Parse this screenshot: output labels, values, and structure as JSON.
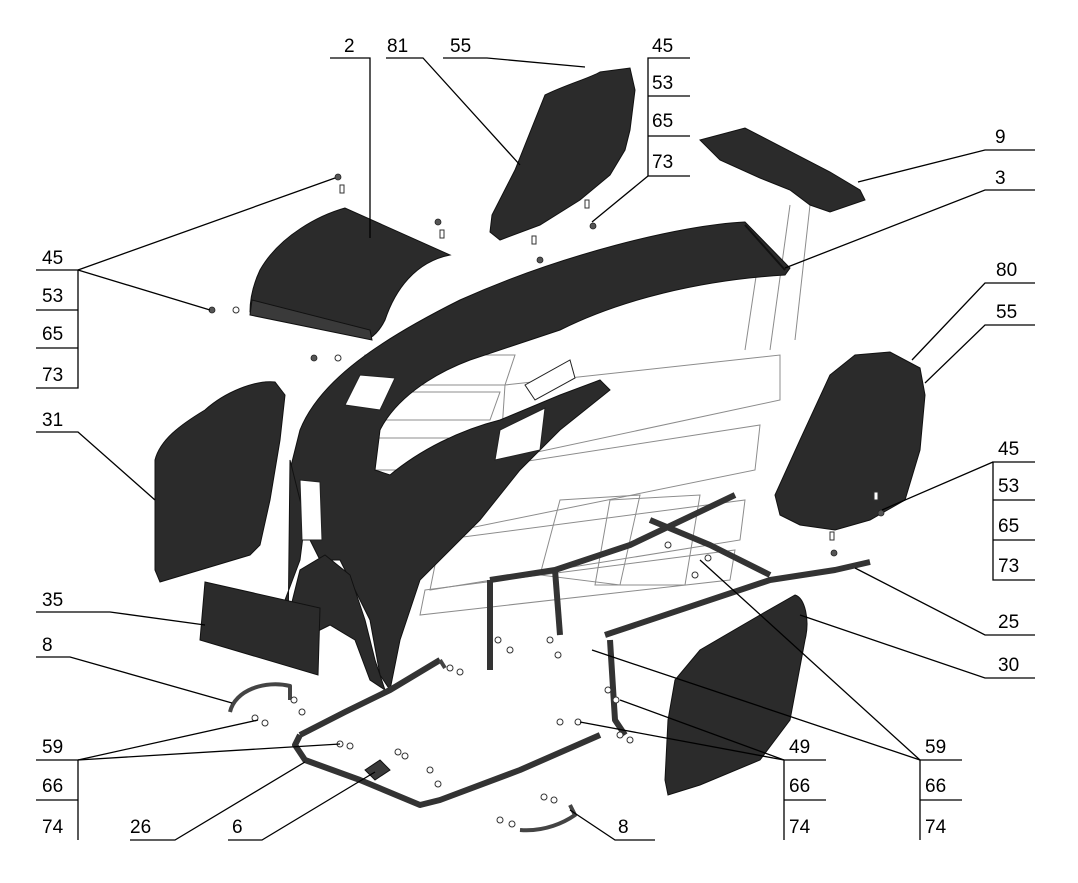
{
  "labels": {
    "p2": "2",
    "p81": "81",
    "p55_top": "55",
    "grp_tr": [
      "45",
      "53",
      "65",
      "73"
    ],
    "p9": "9",
    "p3": "3",
    "p80": "80",
    "p55_right": "55",
    "grp_left": [
      "45",
      "53",
      "65",
      "73"
    ],
    "grp_right": [
      "45",
      "53",
      "65",
      "73"
    ],
    "p31": "31",
    "p35": "35",
    "p8_left": "8",
    "p25": "25",
    "p30": "30",
    "grp_bl": [
      "59",
      "66",
      "74"
    ],
    "grp_bm": [
      "49",
      "66",
      "74"
    ],
    "grp_br": [
      "59",
      "66",
      "74"
    ],
    "p26": "26",
    "p6": "6",
    "p8_bottom": "8"
  }
}
